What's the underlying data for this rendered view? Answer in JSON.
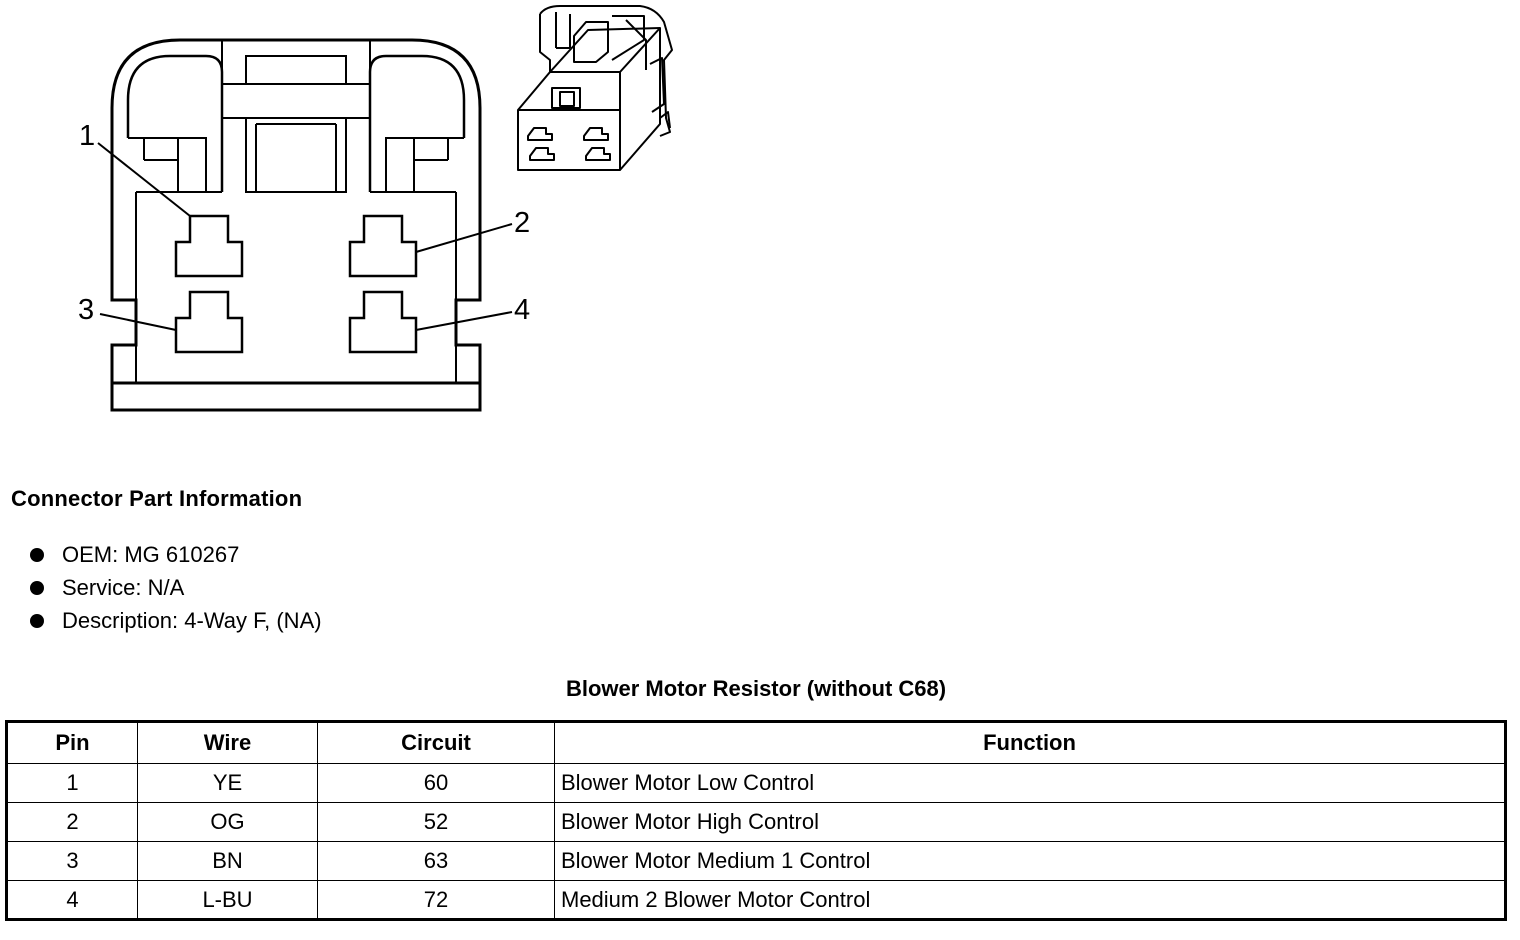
{
  "diagram": {
    "pin_labels": [
      "1",
      "2",
      "3",
      "4"
    ]
  },
  "connector_info": {
    "title": "Connector Part Information",
    "items": [
      "OEM: MG 610267",
      "Service: N/A",
      "Description: 4-Way F, (NA)"
    ]
  },
  "pin_table": {
    "title": "Blower Motor Resistor (without C68)",
    "headers": [
      "Pin",
      "Wire",
      "Circuit",
      "Function"
    ],
    "rows": [
      {
        "pin": "1",
        "wire": "YE",
        "circuit": "60",
        "function": "Blower Motor Low Control"
      },
      {
        "pin": "2",
        "wire": "OG",
        "circuit": "52",
        "function": "Blower Motor High Control"
      },
      {
        "pin": "3",
        "wire": "BN",
        "circuit": "63",
        "function": "Blower Motor Medium 1 Control"
      },
      {
        "pin": "4",
        "wire": "L-BU",
        "circuit": "72",
        "function": "Medium 2 Blower Motor Control"
      }
    ]
  }
}
